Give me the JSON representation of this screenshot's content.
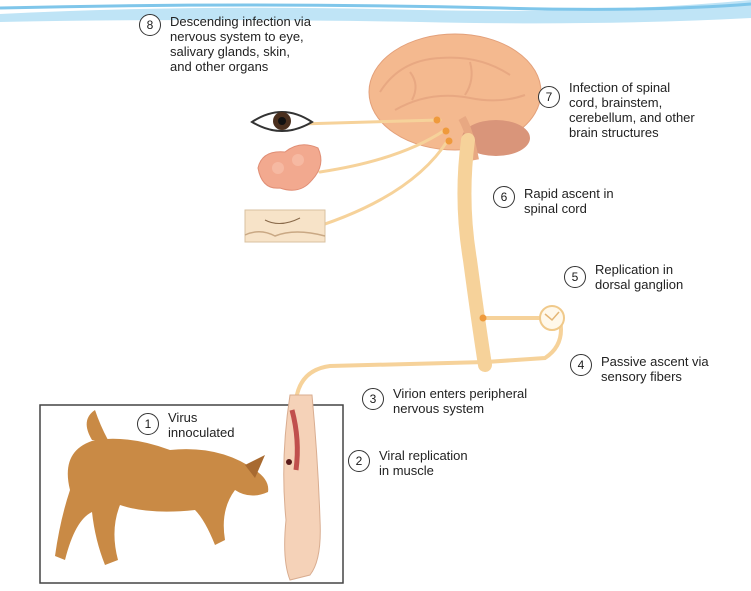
{
  "steps": [
    {
      "number": "1",
      "text": "Virus\ninnoculated"
    },
    {
      "number": "2",
      "text": "Viral replication\nin muscle"
    },
    {
      "number": "3",
      "text": "Virion enters peripheral\nnervous system"
    },
    {
      "number": "4",
      "text": "Passive ascent via\nsensory fibers"
    },
    {
      "number": "5",
      "text": "Replication in\ndorsal ganglion"
    },
    {
      "number": "6",
      "text": "Rapid ascent in\nspinal cord"
    },
    {
      "number": "7",
      "text": "Infection of spinal\ncord, brainstem,\ncerebellum, and other\nbrain structures"
    },
    {
      "number": "8",
      "text": "Descending infection via\nnervous system to eye,\nsalivary glands, skin,\nand other organs"
    }
  ],
  "colors": {
    "nerve": "#f6d29a",
    "brain": "#f4b98f",
    "brainstem": "#d9957a",
    "dog": "#c98a45",
    "limb": "#f5d2b8",
    "muscle": "#c0504d",
    "banner": "#9fd4f0"
  }
}
